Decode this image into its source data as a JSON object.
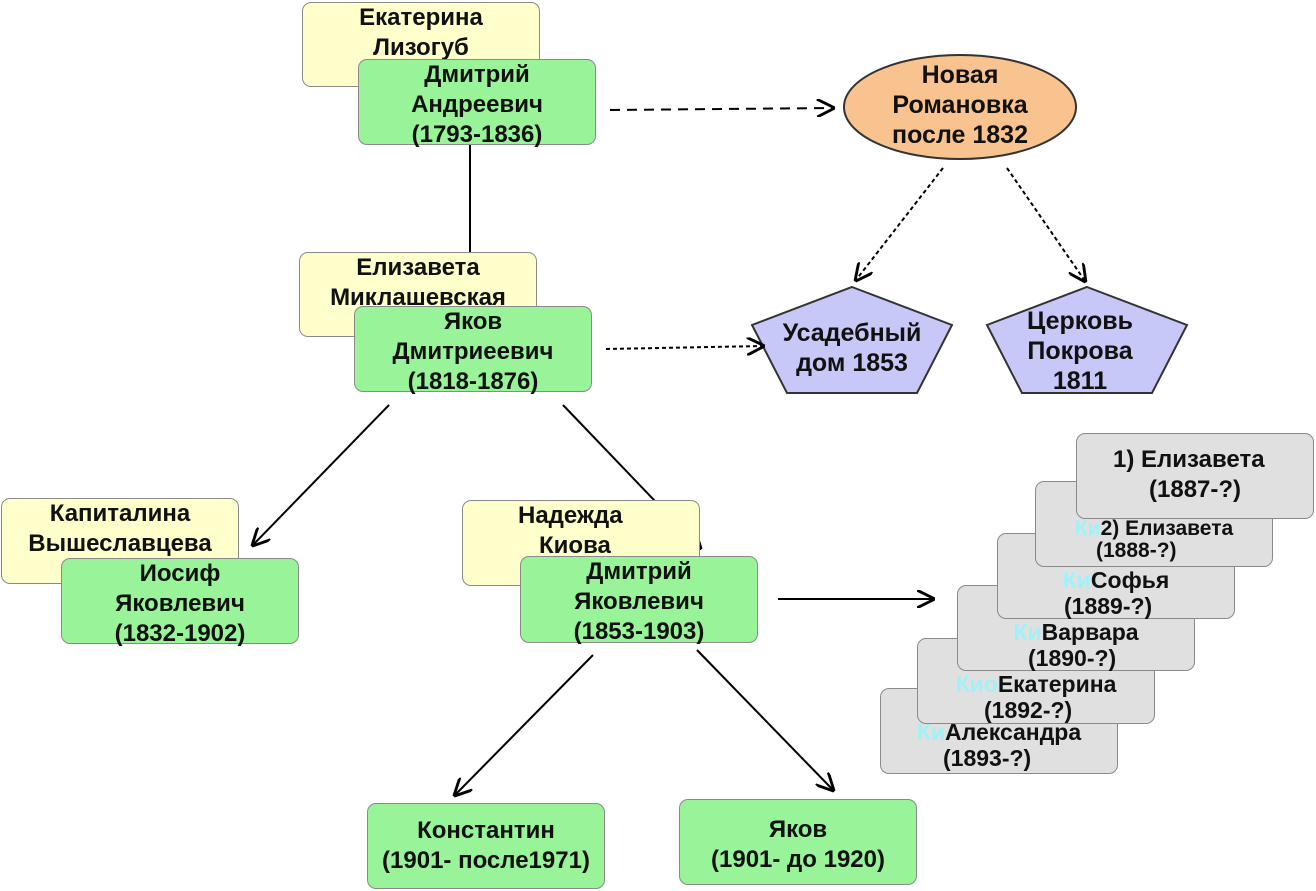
{
  "gen1": {
    "spouse": [
      "Екатерина",
      "Лизогуб"
    ],
    "person": [
      "Дмитрий",
      "Андреевич",
      "(1793-1836)"
    ]
  },
  "gen2": {
    "spouse": [
      "Елизавета",
      "Миклашевская"
    ],
    "person": [
      "Яков",
      "Дмитриеевич",
      "(1818-1876)"
    ]
  },
  "gen3": {
    "left_spouse": [
      "Капиталина",
      "Вышеславцева"
    ],
    "left_person": [
      "Иосиф",
      "Яковлевич",
      "(1832-1902)"
    ],
    "right_spouse": [
      "Надежда",
      "Киова"
    ],
    "right_person": [
      "Дмитрий",
      "Яковлевич",
      "(1853-1903)"
    ]
  },
  "gen4": {
    "konstantin": [
      "Константин",
      "(1901- после1971)"
    ],
    "yakov": [
      "Яков",
      "(1901- до 1920)"
    ]
  },
  "places": {
    "estate": [
      "Новая",
      "Романовка",
      "после 1832"
    ],
    "house": [
      "Усадебный",
      "дом 1853"
    ],
    "church": [
      "Церковь",
      "Покрова",
      "1811"
    ]
  },
  "daughters": [
    {
      "prefix": "",
      "name": "1) Елизавета",
      "years": "(1887-?)"
    },
    {
      "prefix": "Ки",
      "name": "2) Елизавета",
      "years": "(1888-?)"
    },
    {
      "prefix": "Ки",
      "name": "Софья",
      "years": "(1889-?)"
    },
    {
      "prefix": "Ки",
      "name": "Варвара",
      "years": "(1890-?)"
    },
    {
      "prefix": "Кио",
      "name": "Екатерина",
      "years": "(1892-?)"
    },
    {
      "prefix": "Ки",
      "name": "Александра",
      "years": "(1893-?)"
    }
  ],
  "colors": {
    "person": "#99f499",
    "spouse": "#ffffcc",
    "estate": "#f9c38f",
    "building": "#c8c8f8",
    "child": "#e0e0e0"
  }
}
